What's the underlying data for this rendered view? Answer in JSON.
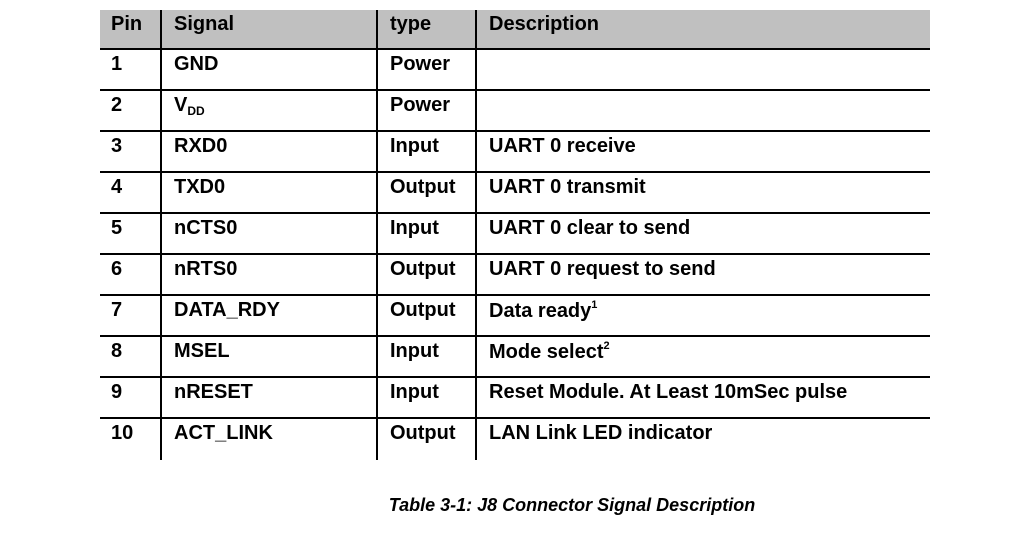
{
  "table": {
    "headers": [
      "Pin",
      "Signal",
      "type",
      "Description"
    ],
    "rows": [
      {
        "pin": "1",
        "signal": "GND",
        "signal_sub": "",
        "type": "Power",
        "description": "",
        "note": ""
      },
      {
        "pin": "2",
        "signal": "V",
        "signal_sub": "DD",
        "type": "Power",
        "description": "",
        "note": ""
      },
      {
        "pin": "3",
        "signal": "RXD0",
        "signal_sub": "",
        "type": "Input",
        "description": "UART 0 receive",
        "note": ""
      },
      {
        "pin": "4",
        "signal": "TXD0",
        "signal_sub": "",
        "type": "Output",
        "description": "UART 0 transmit",
        "note": ""
      },
      {
        "pin": "5",
        "signal": "nCTS0",
        "signal_sub": "",
        "type": "Input",
        "description": "UART 0 clear to send",
        "note": ""
      },
      {
        "pin": "6",
        "signal": "nRTS0",
        "signal_sub": "",
        "type": "Output",
        "description": "UART 0 request to send",
        "note": ""
      },
      {
        "pin": "7",
        "signal": "DATA_RDY",
        "signal_sub": "",
        "type": "Output",
        "description": "Data ready",
        "note": "1"
      },
      {
        "pin": "8",
        "signal": "MSEL",
        "signal_sub": "",
        "type": "Input",
        "description": "Mode select",
        "note": "2"
      },
      {
        "pin": "9",
        "signal": "nRESET",
        "signal_sub": "",
        "type": "Input",
        "description": "Reset Module. At Least 10mSec pulse",
        "note": ""
      },
      {
        "pin": "10",
        "signal": "ACT_LINK",
        "signal_sub": "",
        "type": "Output",
        "description": "LAN Link LED indicator",
        "note": ""
      }
    ]
  },
  "caption": "Table 3-1: J8 Connector Signal Description"
}
